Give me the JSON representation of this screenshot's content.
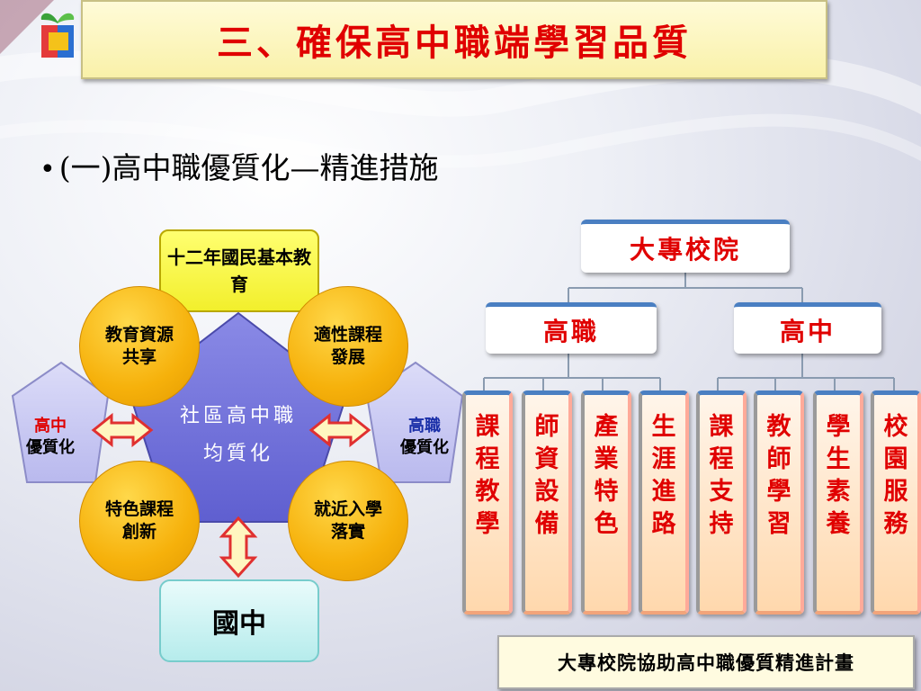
{
  "slide": {
    "title": "三、確保高中職端學習品質",
    "bullet": "(一)高中職優質化—精進措施",
    "caption": "大專校院協助高中職優質精進計畫"
  },
  "left_diagram": {
    "top_box": "十二年國民基本教育",
    "bottom_box": "國中",
    "center": [
      "社區高中職",
      "均質化"
    ],
    "circles": {
      "top_left": "教育資源共享",
      "top_right": "適性課程發展",
      "bottom_left": "特色課程創新",
      "bottom_right": "就近入學落實"
    },
    "left_side": {
      "line1": "高中",
      "line2": "優質化"
    },
    "right_side": {
      "line1": "高職",
      "line2": "優質化"
    }
  },
  "org_chart": {
    "root": "大專校院",
    "vocational": {
      "label": "高職",
      "items": [
        "課程教學",
        "師資設備",
        "產業特色",
        "生涯進路"
      ]
    },
    "high_school": {
      "label": "高中",
      "items": [
        "課程支持",
        "教師學習",
        "學生素養",
        "校園服務"
      ]
    }
  },
  "colors": {
    "title_red": "#e00000",
    "pentagon": "#7272dc",
    "circle_orange": "#f6b10b",
    "side_pentagon": "#c9c9f2",
    "connector_blue": "#4a7fc2"
  }
}
